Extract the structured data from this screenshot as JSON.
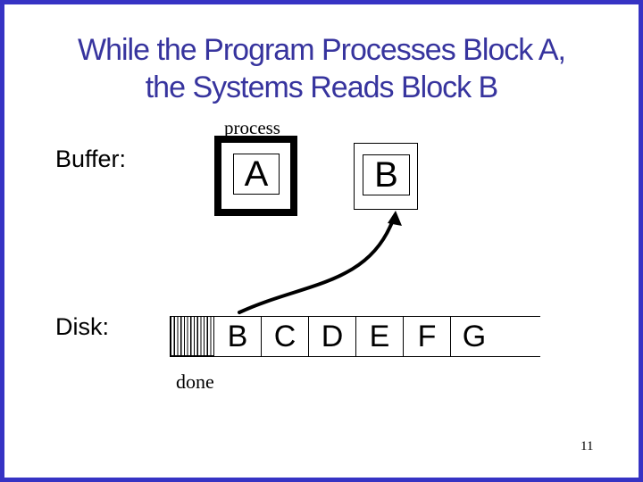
{
  "slide": {
    "title": {
      "line1": "While the Program Processes Block A,",
      "line2": "the Systems Reads Block B"
    },
    "page_number": "11",
    "colors": {
      "title_text": "#37349e",
      "slide_border": "#3633c4",
      "ink": "#000000",
      "background": "#ffffff"
    }
  },
  "buffer": {
    "label": "Buffer:",
    "process_label": "process",
    "blocks": [
      {
        "letter": "A",
        "style": "thick-border-processing"
      },
      {
        "letter": "B",
        "style": "thin-border-reading"
      }
    ]
  },
  "disk": {
    "label": "Disk:",
    "done_label": "done",
    "cells": [
      {
        "letter": "",
        "style": "hatched"
      },
      {
        "letter": "B",
        "style": "normal"
      },
      {
        "letter": "C",
        "style": "normal"
      },
      {
        "letter": "D",
        "style": "normal"
      },
      {
        "letter": "E",
        "style": "normal"
      },
      {
        "letter": "F",
        "style": "normal"
      },
      {
        "letter": "G",
        "style": "normal"
      },
      {
        "letter": "",
        "style": "open-end"
      }
    ]
  }
}
